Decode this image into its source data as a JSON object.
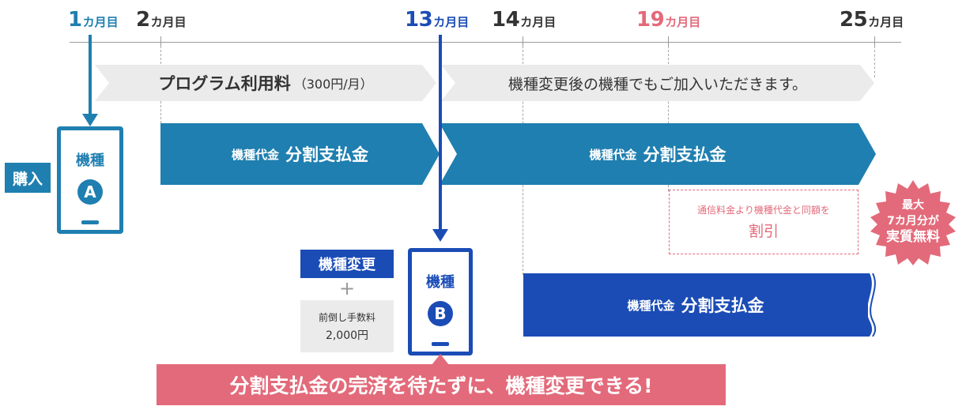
{
  "timeline": {
    "months": [
      {
        "num": "1",
        "suffix": "カ月目",
        "color": "#1f7fb0"
      },
      {
        "num": "2",
        "suffix": "カ月目",
        "color": "#333333"
      },
      {
        "num": "13",
        "suffix": "カ月目",
        "color": "#1b4cb6"
      },
      {
        "num": "14",
        "suffix": "カ月目",
        "color": "#333333"
      },
      {
        "num": "19",
        "suffix": "カ月目",
        "color": "#e36a7a"
      },
      {
        "num": "25",
        "suffix": "カ月目",
        "color": "#333333"
      }
    ]
  },
  "program_fee": {
    "label": "プログラム利用料",
    "amount": "（300円/月）",
    "continuation": "機種変更後の機種でもご加入いただきます。"
  },
  "installment": {
    "prefix": "機種代金",
    "label": "分割支払金"
  },
  "purchase": {
    "label": "購入"
  },
  "phone_a": {
    "label": "機種",
    "letter": "A"
  },
  "phone_b": {
    "label": "機種",
    "letter": "B"
  },
  "model_change": {
    "label": "機種変更",
    "plus": "+",
    "fee_label": "前倒し手数料",
    "fee_amount": "2,000円"
  },
  "discount": {
    "line1": "通信料金より機種代金と同額を",
    "line2": "割引"
  },
  "badge": {
    "line1": "最大",
    "line2": "7カ月分が",
    "line3": "実質無料"
  },
  "banner": {
    "text": "分割支払金の完済を待たずに、機種変更できる!"
  },
  "colors": {
    "blue_main": "#1f7fb0",
    "blue_dark": "#1b4cb6",
    "pink": "#e36a7a",
    "grey_arrow": "#ebebeb"
  }
}
